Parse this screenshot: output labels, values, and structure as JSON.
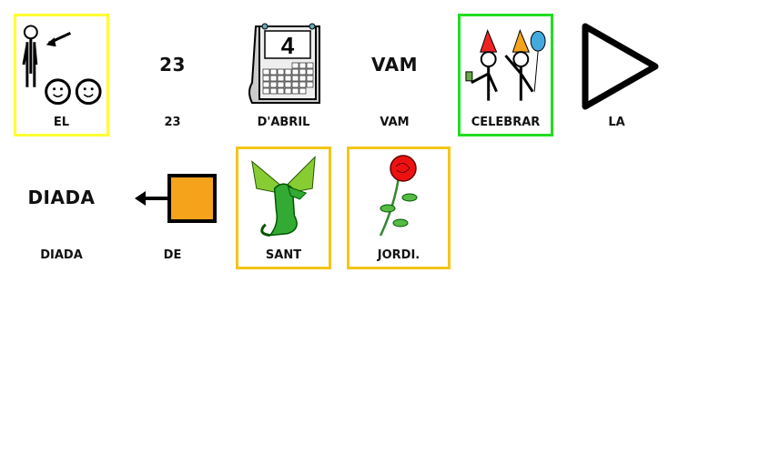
{
  "colors": {
    "yellow": "#ffff33",
    "green": "#22dd22",
    "gold": "#f5c518",
    "orange": "#f5a31a"
  },
  "cards": [
    {
      "label": "EL",
      "icon": "person-pointing-group-icon",
      "border": "#ffff33"
    },
    {
      "label": "23",
      "image_text": "23"
    },
    {
      "label": "D'ABRIL",
      "icon": "calendar-icon",
      "image_text": "4"
    },
    {
      "label": "VAM",
      "image_text": "VAM"
    },
    {
      "label": "CELEBRAR",
      "icon": "party-celebration-icon",
      "border": "#22dd22"
    },
    {
      "label": "LA",
      "icon": "triangle-icon"
    },
    {
      "label": "DIADA",
      "image_text": "DIADA"
    },
    {
      "label": "DE",
      "icon": "arrow-from-square-icon"
    },
    {
      "label": "SANT",
      "icon": "dragon-icon",
      "border": "#f5c518"
    },
    {
      "label": "JORDI.",
      "icon": "rose-icon",
      "border": "#f5c518"
    }
  ]
}
